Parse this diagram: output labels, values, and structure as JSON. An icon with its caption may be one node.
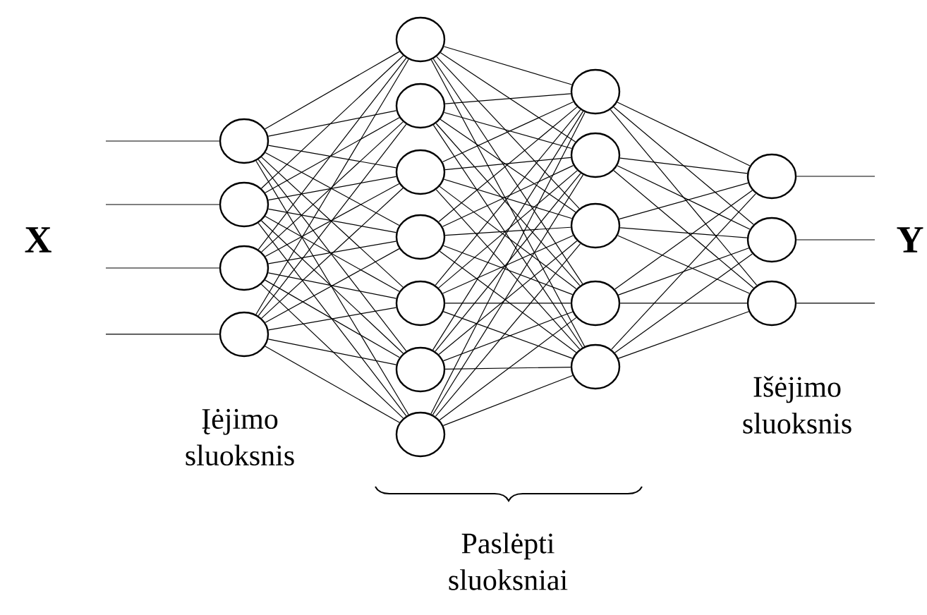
{
  "diagram": {
    "nodes": [
      {
        "text": [],
        "shape": "circle"
      },
      {
        "text": [],
        "shape": "circle"
      },
      {
        "text": [],
        "shape": "circle"
      },
      {
        "text": [],
        "shape": "circle"
      },
      {
        "text": [],
        "shape": "circle"
      },
      {
        "text": [],
        "shape": "circle"
      },
      {
        "text": [],
        "shape": "circle"
      },
      {
        "text": [],
        "shape": "circle"
      },
      {
        "text": [],
        "shape": "circle"
      },
      {
        "text": [],
        "shape": "circle"
      },
      {
        "text": [],
        "shape": "circle"
      },
      {
        "text": [],
        "shape": "circle"
      },
      {
        "text": [],
        "shape": "circle"
      },
      {
        "text": [],
        "shape": "circle"
      },
      {
        "text": [],
        "shape": "circle"
      },
      {
        "text": [],
        "shape": "circle"
      },
      {
        "text": [],
        "shape": "circle"
      },
      {
        "text": [],
        "shape": "circle"
      },
      {
        "text": [],
        "shape": "circle"
      }
    ],
    "edges": [
      {
        "from": null,
        "to": 0,
        "arrow": "none"
      },
      {
        "from": null,
        "to": 1,
        "arrow": "none"
      },
      {
        "from": null,
        "to": 2,
        "arrow": "none"
      },
      {
        "from": null,
        "to": 3,
        "arrow": "none"
      },
      {
        "from": 0,
        "to": 4,
        "arrow": "none"
      },
      {
        "from": 0,
        "to": 5,
        "arrow": "none"
      },
      {
        "from": 0,
        "to": 6,
        "arrow": "none"
      },
      {
        "from": 0,
        "to": 7,
        "arrow": "none"
      },
      {
        "from": 0,
        "to": 8,
        "arrow": "none"
      },
      {
        "from": 0,
        "to": 9,
        "arrow": "none"
      },
      {
        "from": 0,
        "to": 10,
        "arrow": "none"
      },
      {
        "from": 1,
        "to": 4,
        "arrow": "none"
      },
      {
        "from": 1,
        "to": 5,
        "arrow": "none"
      },
      {
        "from": 1,
        "to": 6,
        "arrow": "none"
      },
      {
        "from": 1,
        "to": 7,
        "arrow": "none"
      },
      {
        "from": 1,
        "to": 8,
        "arrow": "none"
      },
      {
        "from": 1,
        "to": 9,
        "arrow": "none"
      },
      {
        "from": 1,
        "to": 10,
        "arrow": "none"
      },
      {
        "from": 2,
        "to": 4,
        "arrow": "none"
      },
      {
        "from": 2,
        "to": 5,
        "arrow": "none"
      },
      {
        "from": 2,
        "to": 6,
        "arrow": "none"
      },
      {
        "from": 2,
        "to": 7,
        "arrow": "none"
      },
      {
        "from": 2,
        "to": 8,
        "arrow": "none"
      },
      {
        "from": 2,
        "to": 9,
        "arrow": "none"
      },
      {
        "from": 2,
        "to": 10,
        "arrow": "none"
      },
      {
        "from": 3,
        "to": 4,
        "arrow": "none"
      },
      {
        "from": 3,
        "to": 5,
        "arrow": "none"
      },
      {
        "from": 3,
        "to": 6,
        "arrow": "none"
      },
      {
        "from": 3,
        "to": 7,
        "arrow": "none"
      },
      {
        "from": 3,
        "to": 8,
        "arrow": "none"
      },
      {
        "from": 3,
        "to": 9,
        "arrow": "none"
      },
      {
        "from": 3,
        "to": 10,
        "arrow": "none"
      },
      {
        "from": 4,
        "to": 11,
        "arrow": "none"
      },
      {
        "from": 4,
        "to": 12,
        "arrow": "none"
      },
      {
        "from": 4,
        "to": 13,
        "arrow": "none"
      },
      {
        "from": 4,
        "to": 14,
        "arrow": "none"
      },
      {
        "from": 4,
        "to": 15,
        "arrow": "none"
      },
      {
        "from": 5,
        "to": 11,
        "arrow": "none"
      },
      {
        "from": 5,
        "to": 12,
        "arrow": "none"
      },
      {
        "from": 5,
        "to": 13,
        "arrow": "none"
      },
      {
        "from": 5,
        "to": 14,
        "arrow": "none"
      },
      {
        "from": 5,
        "to": 15,
        "arrow": "none"
      },
      {
        "from": 6,
        "to": 11,
        "arrow": "none"
      },
      {
        "from": 6,
        "to": 12,
        "arrow": "none"
      },
      {
        "from": 6,
        "to": 13,
        "arrow": "none"
      },
      {
        "from": 6,
        "to": 14,
        "arrow": "none"
      },
      {
        "from": 6,
        "to": 15,
        "arrow": "none"
      },
      {
        "from": 7,
        "to": 11,
        "arrow": "none"
      },
      {
        "from": 7,
        "to": 12,
        "arrow": "none"
      },
      {
        "from": 7,
        "to": 13,
        "arrow": "none"
      },
      {
        "from": 7,
        "to": 14,
        "arrow": "none"
      },
      {
        "from": 7,
        "to": 15,
        "arrow": "none"
      },
      {
        "from": 8,
        "to": 11,
        "arrow": "none"
      },
      {
        "from": 8,
        "to": 12,
        "arrow": "none"
      },
      {
        "from": 8,
        "to": 13,
        "arrow": "none"
      },
      {
        "from": 8,
        "to": 14,
        "arrow": "none"
      },
      {
        "from": 8,
        "to": 15,
        "arrow": "none"
      },
      {
        "from": 9,
        "to": 11,
        "arrow": "none"
      },
      {
        "from": 9,
        "to": 12,
        "arrow": "none"
      },
      {
        "from": 9,
        "to": 13,
        "arrow": "none"
      },
      {
        "from": 9,
        "to": 14,
        "arrow": "none"
      },
      {
        "from": 9,
        "to": 15,
        "arrow": "none"
      },
      {
        "from": 10,
        "to": 11,
        "arrow": "none"
      },
      {
        "from": 10,
        "to": 12,
        "arrow": "none"
      },
      {
        "from": 10,
        "to": 13,
        "arrow": "none"
      },
      {
        "from": 10,
        "to": 14,
        "arrow": "none"
      },
      {
        "from": 10,
        "to": 15,
        "arrow": "none"
      },
      {
        "from": 11,
        "to": 16,
        "arrow": "none"
      },
      {
        "from": 11,
        "to": 17,
        "arrow": "none"
      },
      {
        "from": 11,
        "to": 18,
        "arrow": "none"
      },
      {
        "from": 12,
        "to": 16,
        "arrow": "none"
      },
      {
        "from": 12,
        "to": 17,
        "arrow": "none"
      },
      {
        "from": 12,
        "to": 18,
        "arrow": "none"
      },
      {
        "from": 13,
        "to": 16,
        "arrow": "none"
      },
      {
        "from": 13,
        "to": 17,
        "arrow": "none"
      },
      {
        "from": 13,
        "to": 18,
        "arrow": "none"
      },
      {
        "from": 14,
        "to": 16,
        "arrow": "none"
      },
      {
        "from": 14,
        "to": 17,
        "arrow": "none"
      },
      {
        "from": 14,
        "to": 18,
        "arrow": "none"
      },
      {
        "from": 15,
        "to": 16,
        "arrow": "none"
      },
      {
        "from": 15,
        "to": 17,
        "arrow": "none"
      },
      {
        "from": 15,
        "to": 18,
        "arrow": "none"
      },
      {
        "from": 16,
        "to": null,
        "arrow": "none"
      },
      {
        "from": 17,
        "to": null,
        "arrow": "none"
      },
      {
        "from": 18,
        "to": null,
        "arrow": "none"
      }
    ],
    "labels": [
      "X",
      "Y",
      "Įėjimo sluoksnis",
      "Išėjimo sluoksnis",
      "Paslėpti sluoksniai"
    ]
  }
}
